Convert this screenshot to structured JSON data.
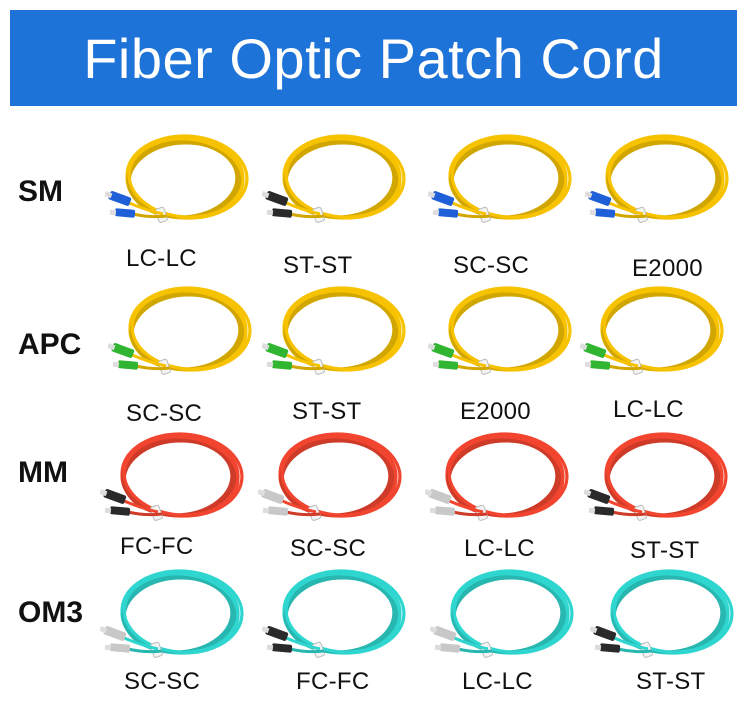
{
  "title": "Fiber Optic Patch Cord",
  "colors": {
    "banner": "#1e73d9",
    "sm_jacket": "#f7c300",
    "apc_jacket": "#f7c300",
    "mm_jacket": "#f2452f",
    "om3_jacket": "#2fd6cf",
    "blue_connector": "#1f5fd8",
    "green_connector": "#2fb52f",
    "dark_connector": "#2a2a2a",
    "grey_connector": "#c8c8c8"
  },
  "rows": [
    {
      "label": "SM",
      "jacket_color": "#f7c300",
      "items": [
        {
          "caption": "LC-LC",
          "connector": "blue-lc"
        },
        {
          "caption": "ST-ST",
          "connector": "dark-st"
        },
        {
          "caption": "SC-SC",
          "connector": "blue-sc"
        },
        {
          "caption": "E2000",
          "connector": "blue-e2000"
        }
      ]
    },
    {
      "label": "APC",
      "jacket_color": "#f7c300",
      "items": [
        {
          "caption": "SC-SC",
          "connector": "green-sc"
        },
        {
          "caption": "ST-ST",
          "connector": "green-st"
        },
        {
          "caption": "E2000",
          "connector": "green-e2000"
        },
        {
          "caption": "LC-LC",
          "connector": "green-lc"
        }
      ]
    },
    {
      "label": "MM",
      "jacket_color": "#f2452f",
      "items": [
        {
          "caption": "FC-FC",
          "connector": "dark-fc"
        },
        {
          "caption": "SC-SC",
          "connector": "grey-sc"
        },
        {
          "caption": "LC-LC",
          "connector": "grey-lc"
        },
        {
          "caption": "ST-ST",
          "connector": "dark-st"
        }
      ]
    },
    {
      "label": "OM3",
      "jacket_color": "#2fd6cf",
      "items": [
        {
          "caption": "SC-SC",
          "connector": "grey-sc"
        },
        {
          "caption": "FC-FC",
          "connector": "dark-fc"
        },
        {
          "caption": "LC-LC",
          "connector": "grey-lc"
        },
        {
          "caption": "ST-ST",
          "connector": "dark-st"
        }
      ]
    }
  ]
}
